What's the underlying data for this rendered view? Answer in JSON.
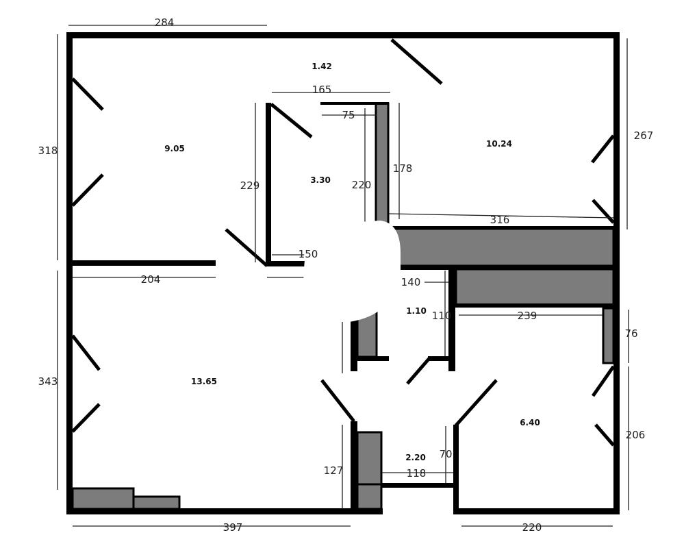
{
  "rooms": {
    "hall_top": "1.42",
    "bedroom_left": "9.05",
    "small_room": "3.30",
    "bedroom_right": "10.24",
    "living": "13.65",
    "wc": "1.10",
    "bedroom_bottom": "6.40",
    "bath": "2.20"
  },
  "dimensions": {
    "top_width": "284",
    "left_upper_height": "318",
    "small_room_width": "165",
    "small_room_opening": "75",
    "small_room_height": "229",
    "small_room_inner_height": "220",
    "closet_height": "178",
    "right_upper_height": "267",
    "right_room_width": "316",
    "left_divider": "204",
    "small_room_bottom": "150",
    "wc_width": "140",
    "wc_height": "110",
    "bottom_right_width": "239",
    "closet_right_height": "76",
    "left_lower_height": "343",
    "right_lower_height": "206",
    "bath_wall_height": "127",
    "bath_height": "70",
    "bath_width": "118",
    "bottom_left_width": "397",
    "bottom_right_total": "220"
  },
  "colors": {
    "wall": "#000000",
    "closet_fill": "#7c7c7c"
  }
}
